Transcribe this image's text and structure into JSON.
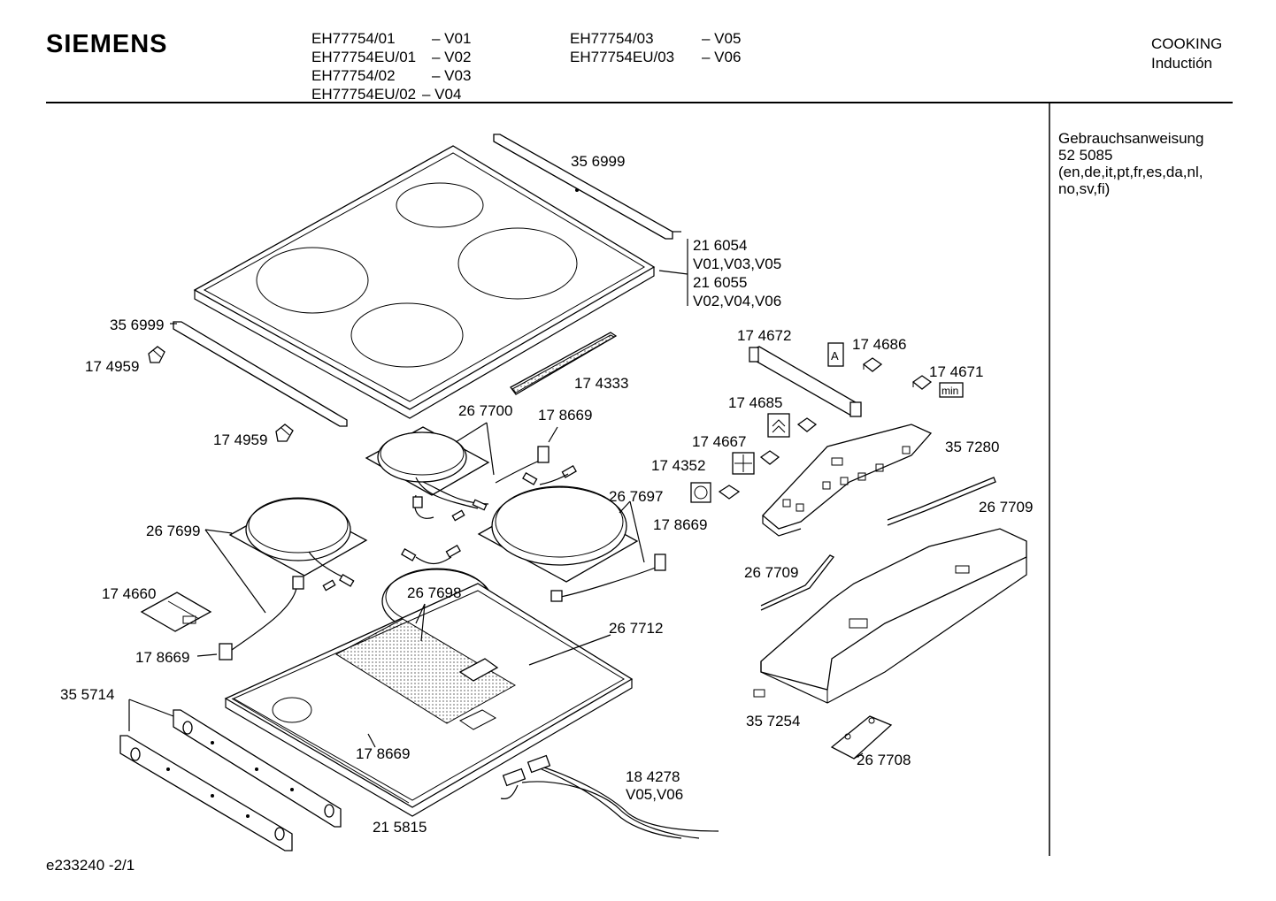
{
  "header": {
    "brand": "SIEMENS",
    "models": [
      {
        "model": "EH77754/01",
        "version": "– V01"
      },
      {
        "model": "EH77754EU/01",
        "version": "– V02"
      },
      {
        "model": "EH77754/02",
        "version": "– V03"
      },
      {
        "model": "EH77754EU/02",
        "version": "– V04"
      },
      {
        "model": "EH77754/03",
        "version": "– V05"
      },
      {
        "model": "EH77754EU/03",
        "version": "– V06"
      }
    ],
    "category": "COOKING",
    "subcategory": "Inductión"
  },
  "sidebar": {
    "doc_title": "Gebrauchsanweisung",
    "doc_number": "52 5085",
    "doc_languages": "(en,de,it,pt,fr,es,da,nl, no,sv,fi)"
  },
  "parts": [
    {
      "id": "p1",
      "label": "35 6999"
    },
    {
      "id": "p2",
      "label": "21 6054"
    },
    {
      "id": "p3",
      "label": "V01,V03,V05"
    },
    {
      "id": "p4",
      "label": "21 6055"
    },
    {
      "id": "p5",
      "label": "V02,V04,V06"
    },
    {
      "id": "p6",
      "label": "35 6999"
    },
    {
      "id": "p7",
      "label": "17 4959"
    },
    {
      "id": "p8",
      "label": "17 4333"
    },
    {
      "id": "p9",
      "label": "17 4959"
    },
    {
      "id": "p10",
      "label": "26 7700"
    },
    {
      "id": "p11",
      "label": "17 8669"
    },
    {
      "id": "p12",
      "label": "17 4672"
    },
    {
      "id": "p13",
      "label": "17 4686"
    },
    {
      "id": "p14",
      "label": "17 4671"
    },
    {
      "id": "p15",
      "label": "17 4685"
    },
    {
      "id": "p16",
      "label": "17 4667"
    },
    {
      "id": "p17",
      "label": "35 7280"
    },
    {
      "id": "p18",
      "label": "17 4352"
    },
    {
      "id": "p19",
      "label": "26 7697"
    },
    {
      "id": "p20",
      "label": "26 7699"
    },
    {
      "id": "p21",
      "label": "17 8669"
    },
    {
      "id": "p22",
      "label": "26 7709"
    },
    {
      "id": "p23",
      "label": "26 7709"
    },
    {
      "id": "p24",
      "label": "17 4660"
    },
    {
      "id": "p25",
      "label": "26 7698"
    },
    {
      "id": "p26",
      "label": "26 7712"
    },
    {
      "id": "p27",
      "label": "17 8669"
    },
    {
      "id": "p28",
      "label": "35 5714"
    },
    {
      "id": "p29",
      "label": "35 7254"
    },
    {
      "id": "p30",
      "label": "17 8669"
    },
    {
      "id": "p31",
      "label": "26 7708"
    },
    {
      "id": "p32",
      "label": "18 4278"
    },
    {
      "id": "p33",
      "label": "V05,V06"
    },
    {
      "id": "p34",
      "label": "21 5815"
    }
  ],
  "control_symbols": {
    "a_key": "A",
    "min_key": "min"
  },
  "footer": {
    "drawing_ref": "e233240 -2/1"
  }
}
